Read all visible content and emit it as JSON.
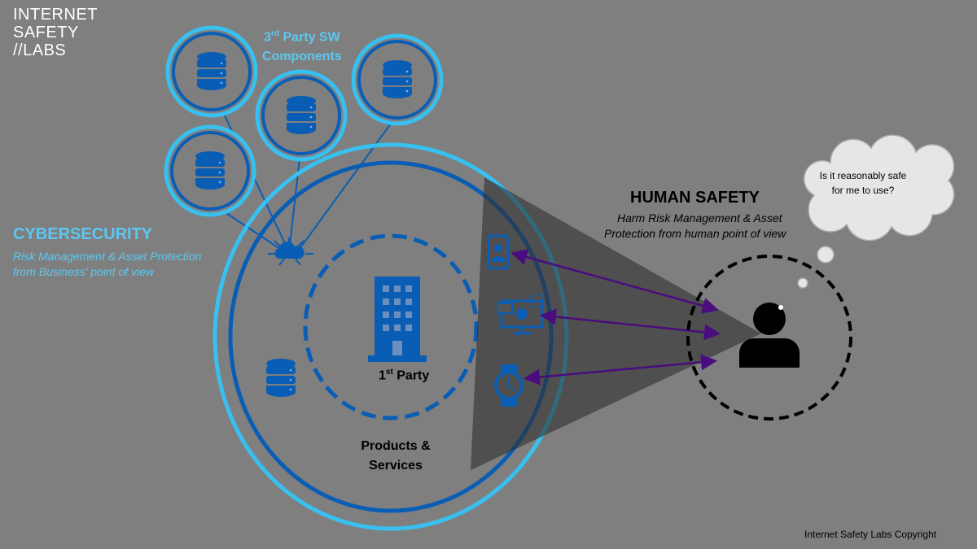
{
  "logo": {
    "line1": "INTERNET",
    "line2": "SAFETY",
    "line3": "//LABS"
  },
  "third_party": {
    "line1_main": "3",
    "line1_sup": "rd",
    "line1_rest": " Party SW",
    "line2": "Components"
  },
  "cybersecurity": {
    "title": "CYBERSECURITY",
    "line1": "Risk Management & Asset Protection",
    "line2": "from Business' point of view"
  },
  "human_safety": {
    "title": "HUMAN SAFETY",
    "line1": "Harm Risk Management & Asset",
    "line2": "Protection  from human point of view"
  },
  "thought": {
    "line1": "Is it reasonably safe",
    "line2": "for me to use?"
  },
  "first_party": {
    "main": "1",
    "sup": "st",
    "rest": " Party"
  },
  "products": {
    "line1": "Products &",
    "line2": "Services"
  },
  "copyright": "Internet Safety Labs Copyright",
  "colors": {
    "background": "#7f7f7f",
    "light_blue": "#38c0f0",
    "dark_blue": "#0a5db4",
    "arrow": "#4a0c7e",
    "cyan_text": "#5cc8f2"
  }
}
